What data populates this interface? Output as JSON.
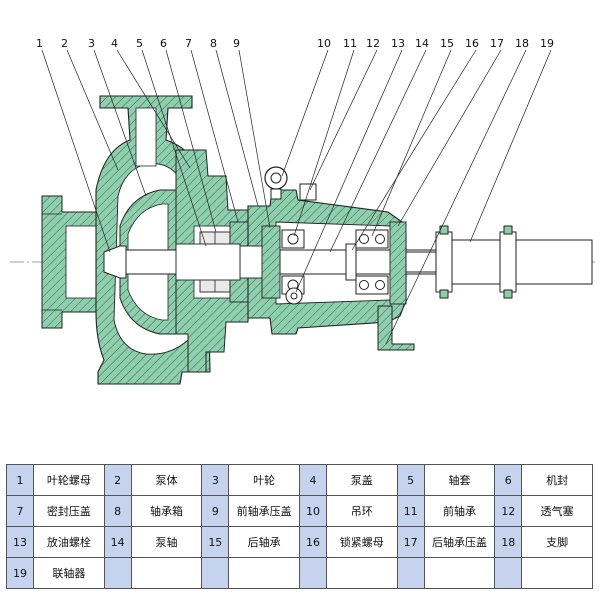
{
  "callouts": [
    "1",
    "2",
    "3",
    "4",
    "5",
    "6",
    "7",
    "8",
    "9",
    "10",
    "11",
    "12",
    "13",
    "14",
    "15",
    "16",
    "17",
    "18",
    "19"
  ],
  "parts": [
    {
      "no": "1",
      "name": "叶轮螺母"
    },
    {
      "no": "2",
      "name": "泵体"
    },
    {
      "no": "3",
      "name": "叶轮"
    },
    {
      "no": "4",
      "name": "泵盖"
    },
    {
      "no": "5",
      "name": "轴套"
    },
    {
      "no": "6",
      "name": "机封"
    },
    {
      "no": "7",
      "name": "密封压盖"
    },
    {
      "no": "8",
      "name": "轴承箱"
    },
    {
      "no": "9",
      "name": "前轴承压盖"
    },
    {
      "no": "10",
      "name": "吊环"
    },
    {
      "no": "11",
      "name": "前轴承"
    },
    {
      "no": "12",
      "name": "透气塞"
    },
    {
      "no": "13",
      "name": "放油螺栓"
    },
    {
      "no": "14",
      "name": "泵轴"
    },
    {
      "no": "15",
      "name": "后轴承"
    },
    {
      "no": "16",
      "name": "锁紧螺母"
    },
    {
      "no": "17",
      "name": "后轴承压盖"
    },
    {
      "no": "18",
      "name": "支脚"
    },
    {
      "no": "19",
      "name": "联轴器"
    }
  ],
  "colors": {
    "casting": "#8fcfae",
    "shaft": "#ffffff",
    "line": "#222222",
    "num_cell": "#c5d3ee"
  }
}
